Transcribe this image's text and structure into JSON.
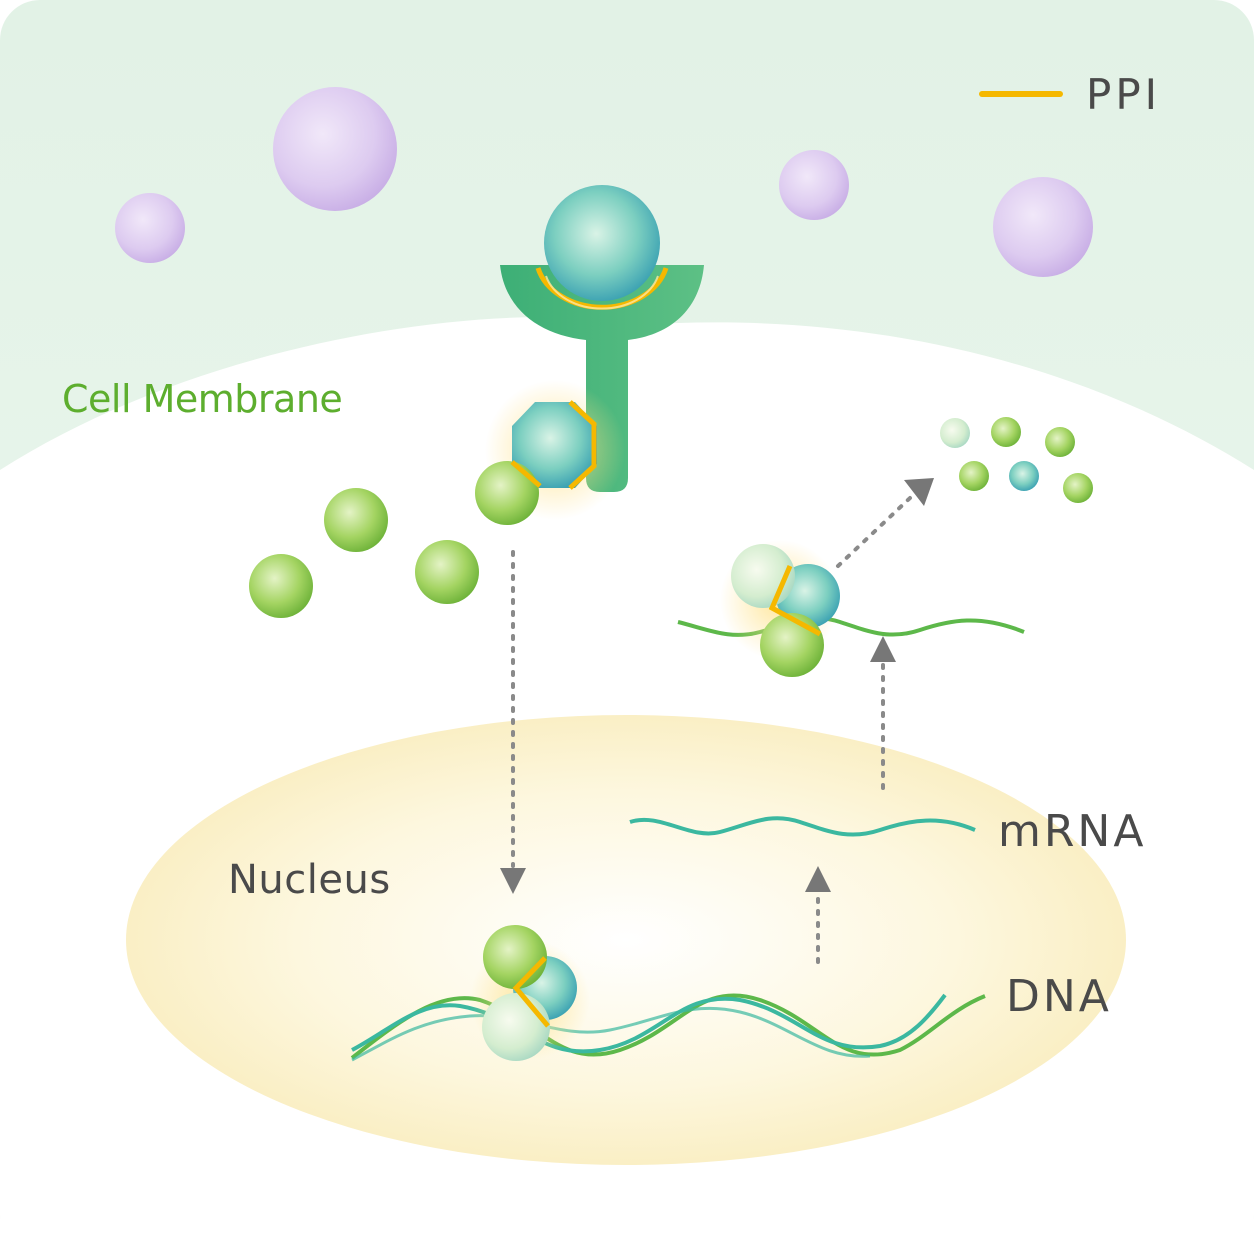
{
  "labels": {
    "cell_membrane": "Cell Membrane",
    "nucleus": "Nucleus",
    "mrna": "mRNA",
    "dna": "DNA"
  },
  "legend": {
    "ppi_label": "PPI",
    "ppi_color": "#F5B800"
  },
  "colors": {
    "membrane_text": "#5DAE2E",
    "label_text": "#4A4A4A",
    "ligand_purple": "#D9C6EE",
    "receptor_green": "#3FB37A",
    "protein_green": "#8BCB4A",
    "protein_teal": "#3FA9B5",
    "nucleus_yellow": "#FBF0C4",
    "extracellular": "#E7F4EA",
    "strand_teal": "#3BB8A0",
    "strand_green": "#5DB84A",
    "arrow_gray": "#7A7A7A"
  },
  "icons": {
    "ligands": "ligand-sphere-icon",
    "receptor": "receptor-icon",
    "ppi_marker": "ppi-line-icon",
    "arrows": "dotted-arrow-icon"
  }
}
